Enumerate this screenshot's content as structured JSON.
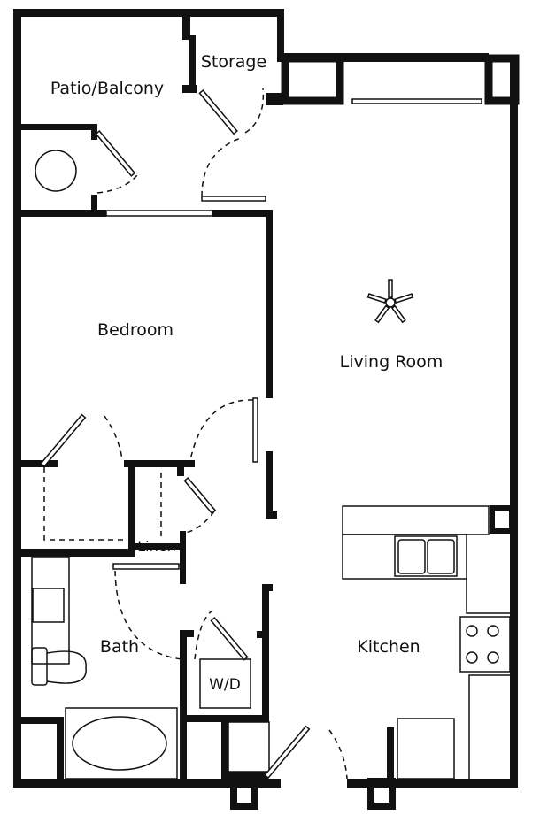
{
  "floorplan": {
    "rooms": {
      "patio": "Patio/Balcony",
      "storage": "Storage",
      "bedroom": "Bedroom",
      "living": "Living Room",
      "linen": "Linen",
      "bath": "Bath",
      "washer_dryer": "W/D",
      "kitchen": "Kitchen"
    },
    "colors": {
      "wall": "#111111",
      "background": "#ffffff"
    }
  }
}
